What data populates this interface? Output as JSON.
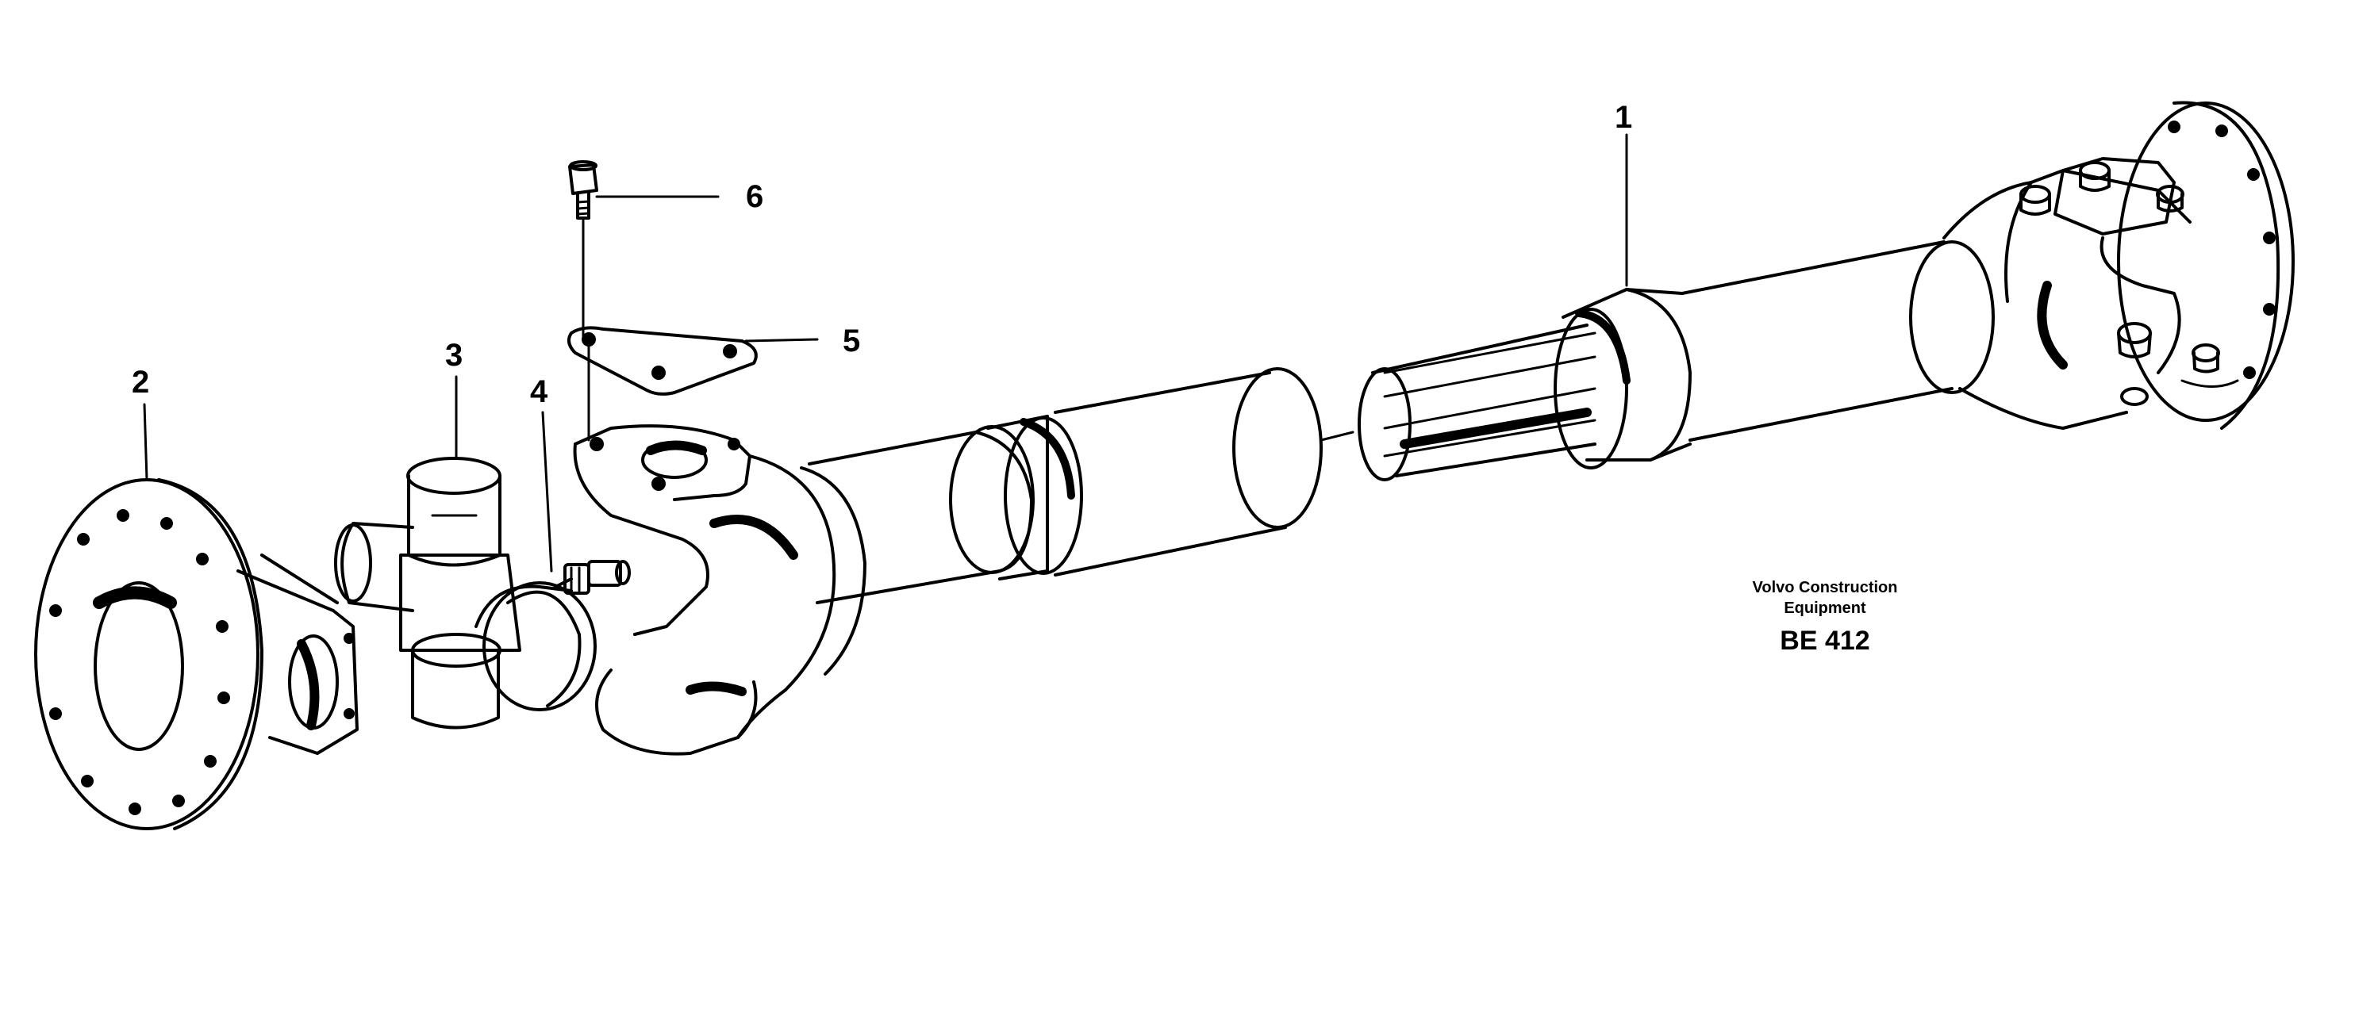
{
  "diagram": {
    "callouts": [
      {
        "id": "1",
        "label": "1"
      },
      {
        "id": "2",
        "label": "2"
      },
      {
        "id": "3",
        "label": "3"
      },
      {
        "id": "4",
        "label": "4"
      },
      {
        "id": "5",
        "label": "5"
      },
      {
        "id": "6",
        "label": "6"
      }
    ],
    "credit": {
      "line1": "Volvo Construction",
      "line2": "Equipment",
      "code": "BE 412"
    }
  }
}
